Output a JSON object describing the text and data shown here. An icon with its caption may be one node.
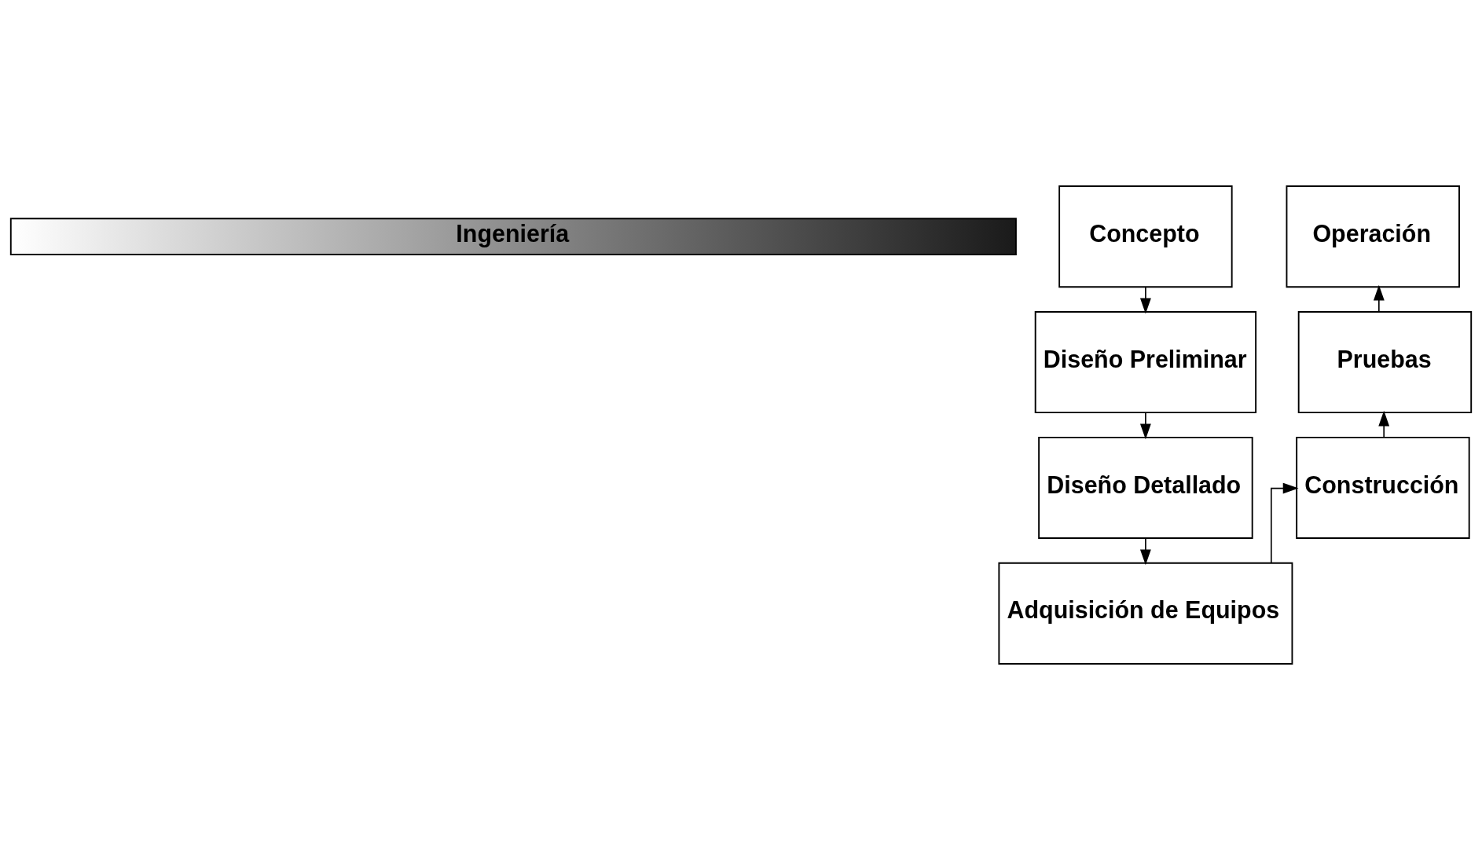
{
  "diagram": {
    "nodes": [
      {
        "text": [
          "Ingeniería"
        ]
      },
      {
        "text": [
          "Concepto"
        ]
      },
      {
        "text": [
          "Diseño Preliminar"
        ]
      },
      {
        "text": [
          "Diseño Detallado"
        ]
      },
      {
        "text": [
          "Adquisición de Equipos"
        ]
      },
      {
        "text": [
          "Construcción"
        ]
      },
      {
        "text": [
          "Pruebas"
        ]
      },
      {
        "text": [
          "Operación"
        ]
      }
    ],
    "edges": [
      {
        "from": 1,
        "to": 2,
        "arrow": "to"
      },
      {
        "from": 2,
        "to": 3,
        "arrow": "to"
      },
      {
        "from": 3,
        "to": 4,
        "arrow": "to"
      },
      {
        "from": 4,
        "to": 5,
        "arrow": "to"
      },
      {
        "from": 5,
        "to": 6,
        "arrow": "to"
      },
      {
        "from": 6,
        "to": 7,
        "arrow": "to"
      }
    ]
  }
}
